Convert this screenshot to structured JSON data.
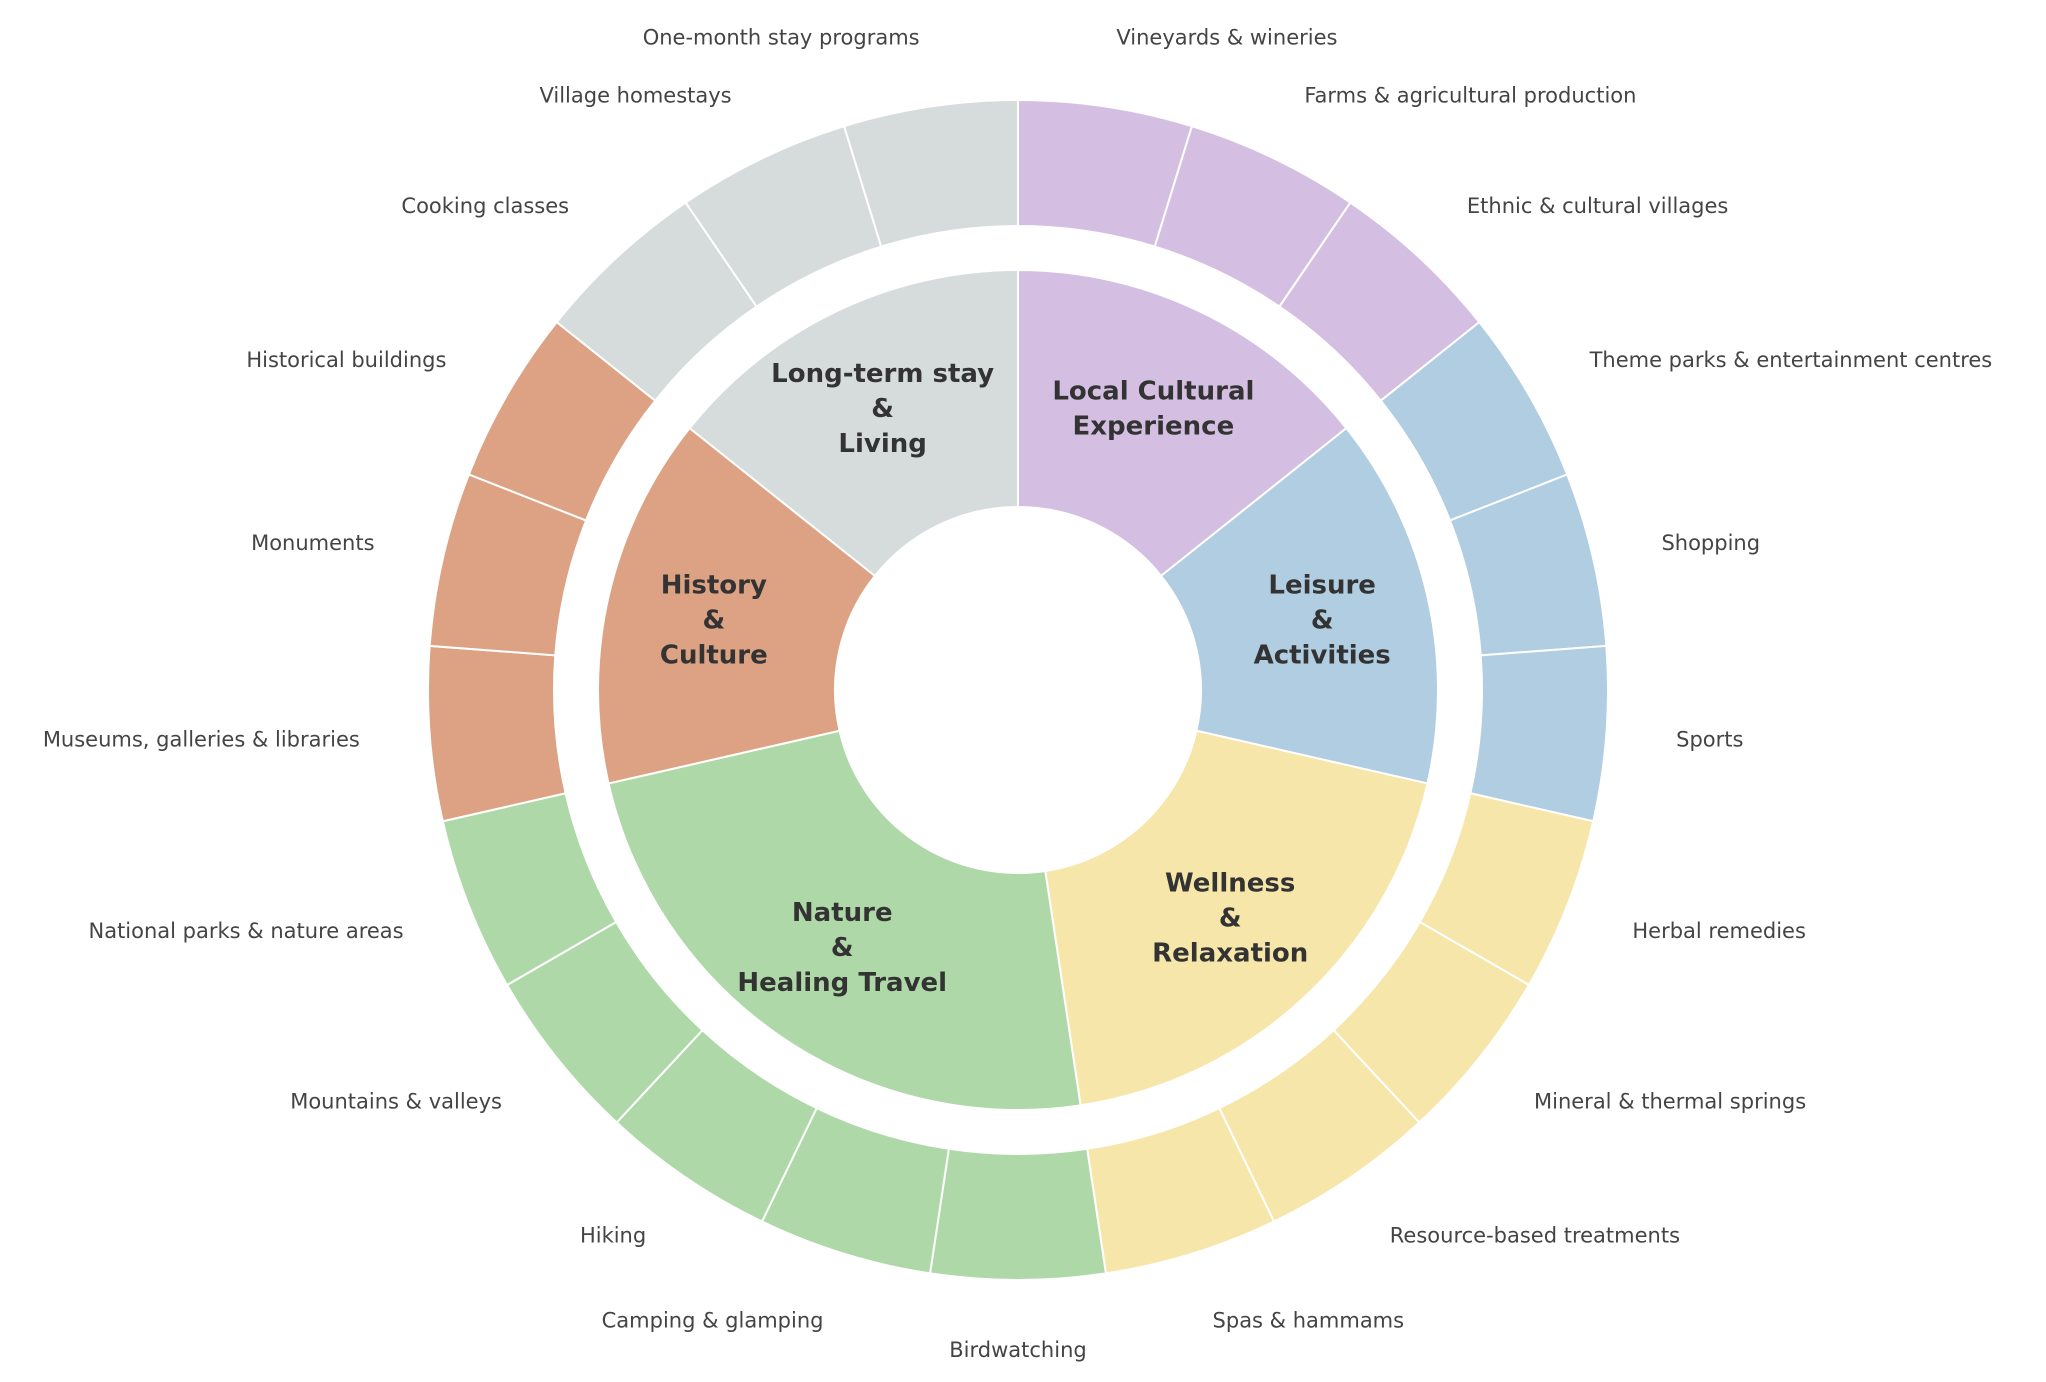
{
  "chart_data": {
    "type": "pie",
    "subtype": "nested-donut",
    "title": "",
    "inner_ring": [
      {
        "category": "Local Cultural Experience",
        "label_lines": [
          "Local Cultural",
          "Experience"
        ],
        "value": 3,
        "color": "#d4bfe2"
      },
      {
        "category": "Leisure & Activities",
        "label_lines": [
          "Leisure",
          "&",
          "Activities"
        ],
        "value": 3,
        "color": "#b0cde1"
      },
      {
        "category": "Wellness & Relaxation",
        "label_lines": [
          "Wellness",
          "&",
          "Relaxation"
        ],
        "value": 4,
        "color": "#f7e6a9"
      },
      {
        "category": "Nature & Healing Travel",
        "label_lines": [
          "Nature",
          "&",
          "Healing Travel"
        ],
        "value": 5,
        "color": "#aed8a8"
      },
      {
        "category": "History & Culture",
        "label_lines": [
          "History",
          "&",
          "Culture"
        ],
        "value": 3,
        "color": "#dca283"
      },
      {
        "category": "Long-term stay & Living",
        "label_lines": [
          "Long-term stay",
          "&",
          "Living"
        ],
        "value": 3,
        "color": "#d6dbdb"
      }
    ],
    "outer_ring": [
      {
        "label": "Vineyards & wineries",
        "parent": "Local Cultural Experience",
        "value": 1
      },
      {
        "label": "Farms & agricultural production",
        "parent": "Local Cultural Experience",
        "value": 1
      },
      {
        "label": "Ethnic & cultural villages",
        "parent": "Local Cultural Experience",
        "value": 1
      },
      {
        "label": "Theme parks & entertainment centres",
        "parent": "Leisure & Activities",
        "value": 1
      },
      {
        "label": "Shopping",
        "parent": "Leisure & Activities",
        "value": 1
      },
      {
        "label": "Sports",
        "parent": "Leisure & Activities",
        "value": 1
      },
      {
        "label": "Herbal remedies",
        "parent": "Wellness & Relaxation",
        "value": 1
      },
      {
        "label": "Mineral & thermal springs",
        "parent": "Wellness & Relaxation",
        "value": 1
      },
      {
        "label": "Resource-based treatments",
        "parent": "Wellness & Relaxation",
        "value": 1
      },
      {
        "label": "Spas & hammams",
        "parent": "Wellness & Relaxation",
        "value": 1
      },
      {
        "label": "Birdwatching",
        "parent": "Nature & Healing Travel",
        "value": 1
      },
      {
        "label": "Camping & glamping",
        "parent": "Nature & Healing Travel",
        "value": 1
      },
      {
        "label": "Hiking",
        "parent": "Nature & Healing Travel",
        "value": 1
      },
      {
        "label": "Mountains & valleys",
        "parent": "Nature & Healing Travel",
        "value": 1
      },
      {
        "label": "National parks & nature areas",
        "parent": "Nature & Healing Travel",
        "value": 1
      },
      {
        "label": "Museums, galleries & libraries",
        "parent": "History & Culture",
        "value": 1
      },
      {
        "label": "Monuments",
        "parent": "History & Culture",
        "value": 1
      },
      {
        "label": "Historical buildings",
        "parent": "History & Culture",
        "value": 1
      },
      {
        "label": "Cooking classes",
        "parent": "Long-term stay & Living",
        "value": 1
      },
      {
        "label": "Village homestays",
        "parent": "Long-term stay & Living",
        "value": 1
      },
      {
        "label": "One-month stay programs",
        "parent": "Long-term stay & Living",
        "value": 1
      }
    ],
    "start_angle_deg": 90,
    "direction": "clockwise",
    "legend": "none",
    "grid": false
  }
}
